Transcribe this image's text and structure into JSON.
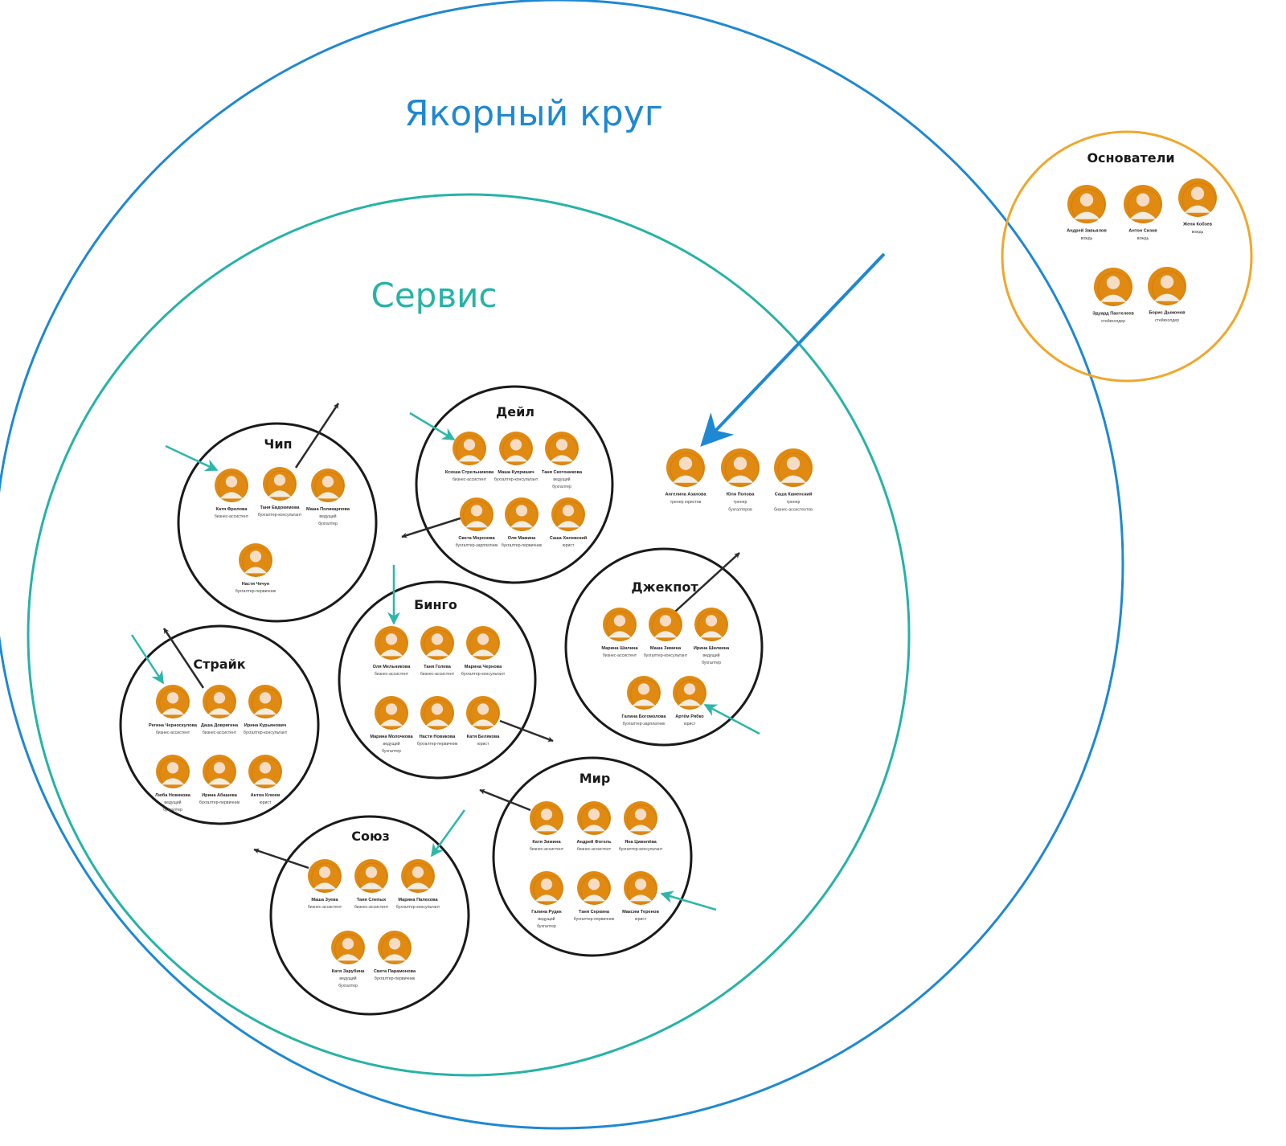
{
  "colors": {
    "anchor": "#1E88D2",
    "service": "#26B3A6",
    "founders": "#F0A72A",
    "team": "#1A1A1A",
    "avatar": "#E08A12",
    "avatar_dark": "#B8660A",
    "arrow_dark": "#2B2B2B",
    "arrow_teal": "#2CB7A9",
    "arrow_blue": "#1E88D2"
  },
  "anchor_ring": {
    "title": "Якорный круг"
  },
  "service_ring": {
    "title": "Сервис"
  },
  "founders": {
    "title": "Основатели",
    "members": [
      {
        "name": "Андрей Завьялов",
        "role": "вождь"
      },
      {
        "name": "Антон Сизов",
        "role": "вождь"
      },
      {
        "name": "Женя Кобзев",
        "role": "вождь"
      },
      {
        "name": "Эдуард Пантелеев",
        "role": "стейкхолдер"
      },
      {
        "name": "Борис Дыжонов",
        "role": "стейкхолдер"
      }
    ]
  },
  "trainers": {
    "members": [
      {
        "name": "Ангелина Азанова",
        "role": "тренер юристов"
      },
      {
        "name": "Юля Попова",
        "role": "тренер бухгалтеров"
      },
      {
        "name": "Саша Каменский",
        "role": "тренер бизнес-ассистентов"
      }
    ]
  },
  "teams": [
    {
      "title": "Чип",
      "members": [
        {
          "name": "Катя Фролова",
          "role": "бизнес-ассистент"
        },
        {
          "name": "Таня Евдокимова",
          "role": "бухгалтер-консультант"
        },
        {
          "name": "Маша Поликарпова",
          "role": "ведущий бухгалтер"
        },
        {
          "name": "Настя Чечун",
          "role": "бухгалтер-первичник"
        }
      ]
    },
    {
      "title": "Дейл",
      "members": [
        {
          "name": "Ксюша Стрельникова",
          "role": "бизнес-ассистент"
        },
        {
          "name": "Маша Купришич",
          "role": "бухгалтер-консультант"
        },
        {
          "name": "Таня Скотоникова",
          "role": "ведущий бухгалтер"
        },
        {
          "name": "Света Морозова",
          "role": "бухгалтер-зарплатник"
        },
        {
          "name": "Оля Мамина",
          "role": "бухгалтер-первичник"
        },
        {
          "name": "Саша Хилевский",
          "role": "юрист"
        }
      ]
    },
    {
      "title": "Джекпот",
      "members": [
        {
          "name": "Марина Шилина",
          "role": "бизнес-ассистент"
        },
        {
          "name": "Маша Зимина",
          "role": "бухгалтер-консультант"
        },
        {
          "name": "Ирина Шилкина",
          "role": "ведущий бухгалтер"
        },
        {
          "name": "Галина Богомолова",
          "role": "бухгалтер-зарплатник"
        },
        {
          "name": "Артём Рябко",
          "role": "юрист"
        }
      ]
    },
    {
      "title": "Бинго",
      "members": [
        {
          "name": "Оля Мельникова",
          "role": "бизнес-ассистент"
        },
        {
          "name": "Таня Голева",
          "role": "бизнес-ассистент"
        },
        {
          "name": "Марина Чернова",
          "role": "бухгалтер-консультант"
        },
        {
          "name": "Марина Молочкова",
          "role": "ведущий бухгалтер"
        },
        {
          "name": "Настя Новикова",
          "role": "бухгалтер-первичник"
        },
        {
          "name": "Катя Белякова",
          "role": "юрист"
        }
      ]
    },
    {
      "title": "Страйк",
      "members": [
        {
          "name": "Регина Черноскулова",
          "role": "бизнес-ассистент"
        },
        {
          "name": "Даша Доврягина",
          "role": "бизнес-ассистент"
        },
        {
          "name": "Ирина Курьянович",
          "role": "бухгалтер-консультант"
        },
        {
          "name": "Люба Новикова",
          "role": "ведущий бухгалтер"
        },
        {
          "name": "Ирина Абашева",
          "role": "бухгалтер-первичник"
        },
        {
          "name": "Антон Клюев",
          "role": "юрист"
        }
      ]
    },
    {
      "title": "Мир",
      "members": [
        {
          "name": "Катя Зимина",
          "role": "бизнес-ассистент"
        },
        {
          "name": "Андрей Фогель",
          "role": "бизнес-ассистент"
        },
        {
          "name": "Яна Цивилёва",
          "role": "бухгалтер-консультант"
        },
        {
          "name": "Галина Рудек",
          "role": "ведущий бухгалтер"
        },
        {
          "name": "Таня Серкина",
          "role": "бухгалтер-первичник"
        },
        {
          "name": "Максим Теренов",
          "role": "юрист"
        }
      ]
    },
    {
      "title": "Союз",
      "members": [
        {
          "name": "Маша Зуева",
          "role": "бизнес-ассистент"
        },
        {
          "name": "Таня Слепых",
          "role": "бизнес-ассистент"
        },
        {
          "name": "Марина Палехова",
          "role": "бухгалтер-консультант"
        },
        {
          "name": "Катя Зарубина",
          "role": "ведущий бухгалтер"
        },
        {
          "name": "Света Парамонова",
          "role": "бухгалтер-первичник"
        }
      ]
    }
  ]
}
